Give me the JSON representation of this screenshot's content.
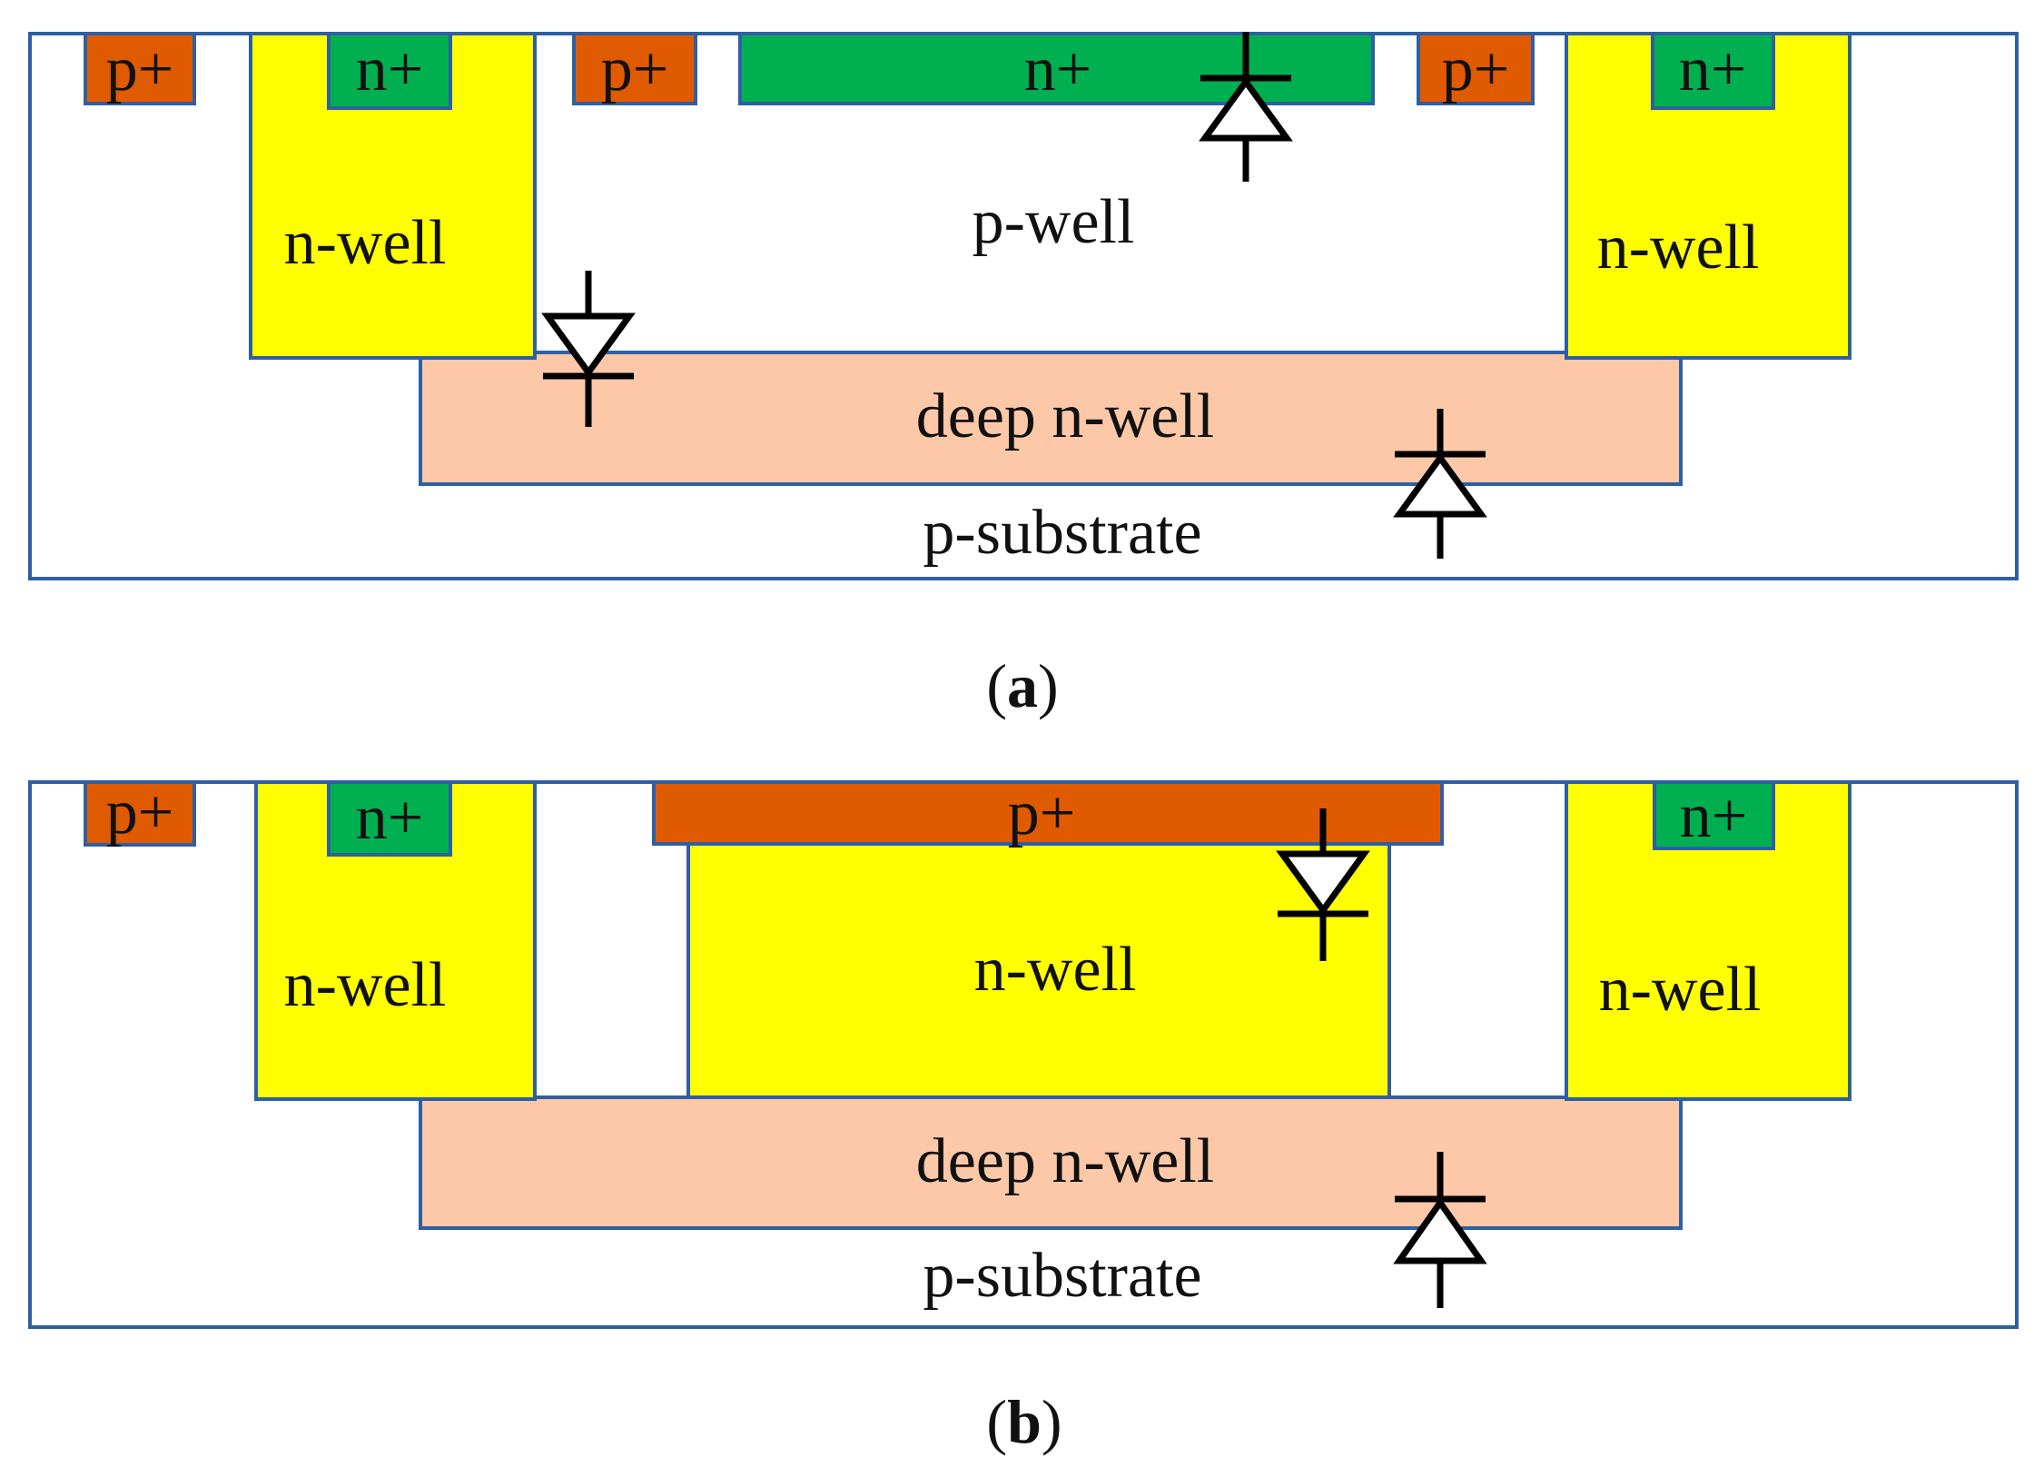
{
  "colors": {
    "p_plus": "#e05a00",
    "n_plus": "#00b050",
    "n_well": "#ffff00",
    "deep_n_well": "#fcc8a8",
    "outline": "#2e5fa3",
    "background": "#ffffff"
  },
  "panel_a": {
    "labels": {
      "p_plus_1": "p+",
      "n_plus_1": "n+",
      "p_plus_2": "p+",
      "n_plus_center": "n+",
      "p_plus_3": "p+",
      "n_plus_2": "n+",
      "n_well_left": "n-well",
      "p_well": "p-well",
      "n_well_right": "n-well",
      "deep_n_well": "deep n-well",
      "p_substrate": "p-substrate"
    },
    "caption": {
      "open": "(",
      "letter": "a",
      "close": ")"
    }
  },
  "panel_b": {
    "labels": {
      "p_plus_1": "p+",
      "n_plus_1": "n+",
      "p_plus_center": "p+",
      "n_plus_2": "n+",
      "n_well_left": "n-well",
      "n_well_center": "n-well",
      "n_well_right": "n-well",
      "deep_n_well": "deep n-well",
      "p_substrate": "p-substrate"
    },
    "caption": {
      "open": "(",
      "letter": "b",
      "close": ")"
    }
  }
}
